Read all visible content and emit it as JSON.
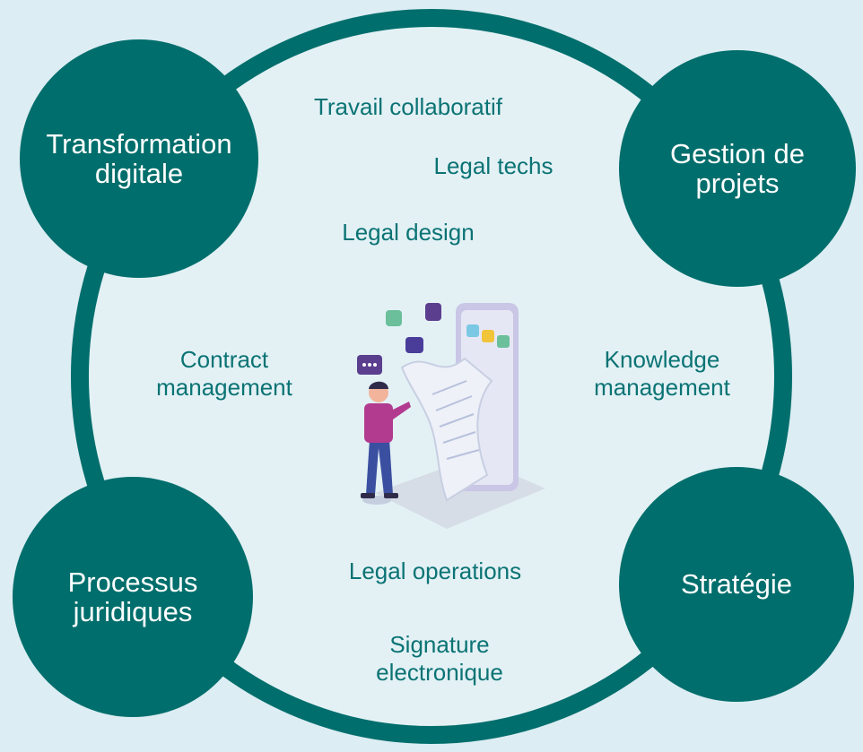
{
  "colors": {
    "background": "#dcedf3",
    "ring": "#006e6c",
    "ring_fill": "#e3f1f5",
    "corner_circle": "#006e6c",
    "corner_text": "#ffffff",
    "topic_text": "#0b7374"
  },
  "corners": {
    "top_left": "Transformation\ndigitale",
    "top_right": "Gestion de\nprojets",
    "bottom_left": "Processus\njuridiques",
    "bottom_right": "Stratégie"
  },
  "topics": {
    "travail": "Travail collaboratif",
    "techs": "Legal techs",
    "design": "Legal design",
    "contract": "Contract\nmanagement",
    "knowledge": "Knowledge\nmanagement",
    "operations": "Legal operations",
    "signature": "Signature\nelectronique"
  },
  "illustration": {
    "icon": "person-with-document-and-apps-icon"
  }
}
